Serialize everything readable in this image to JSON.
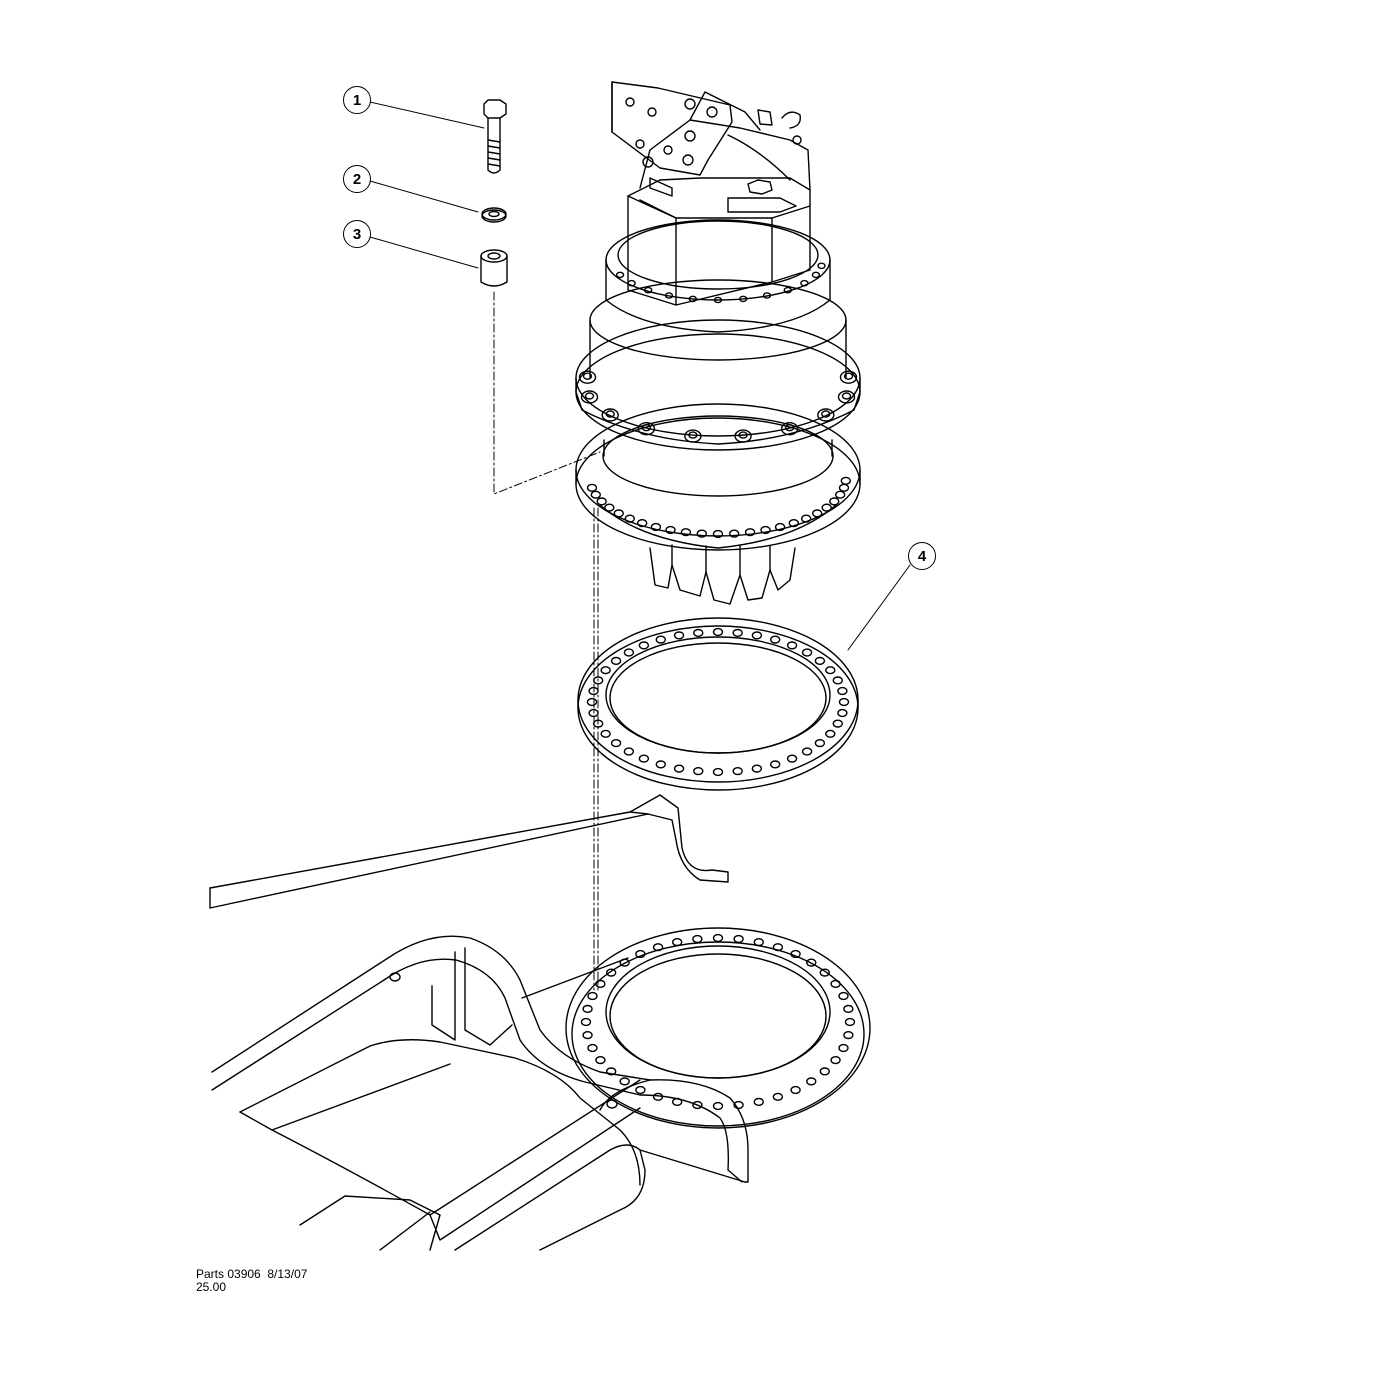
{
  "callouts": [
    {
      "id": "1",
      "label": "1"
    },
    {
      "id": "2",
      "label": "2"
    },
    {
      "id": "3",
      "label": "3"
    },
    {
      "id": "4",
      "label": "4"
    }
  ],
  "footer": {
    "reference": "Parts 03906  8/13/07",
    "page": "25.00"
  },
  "colors": {
    "line": "#000000",
    "background": "#ffffff"
  }
}
